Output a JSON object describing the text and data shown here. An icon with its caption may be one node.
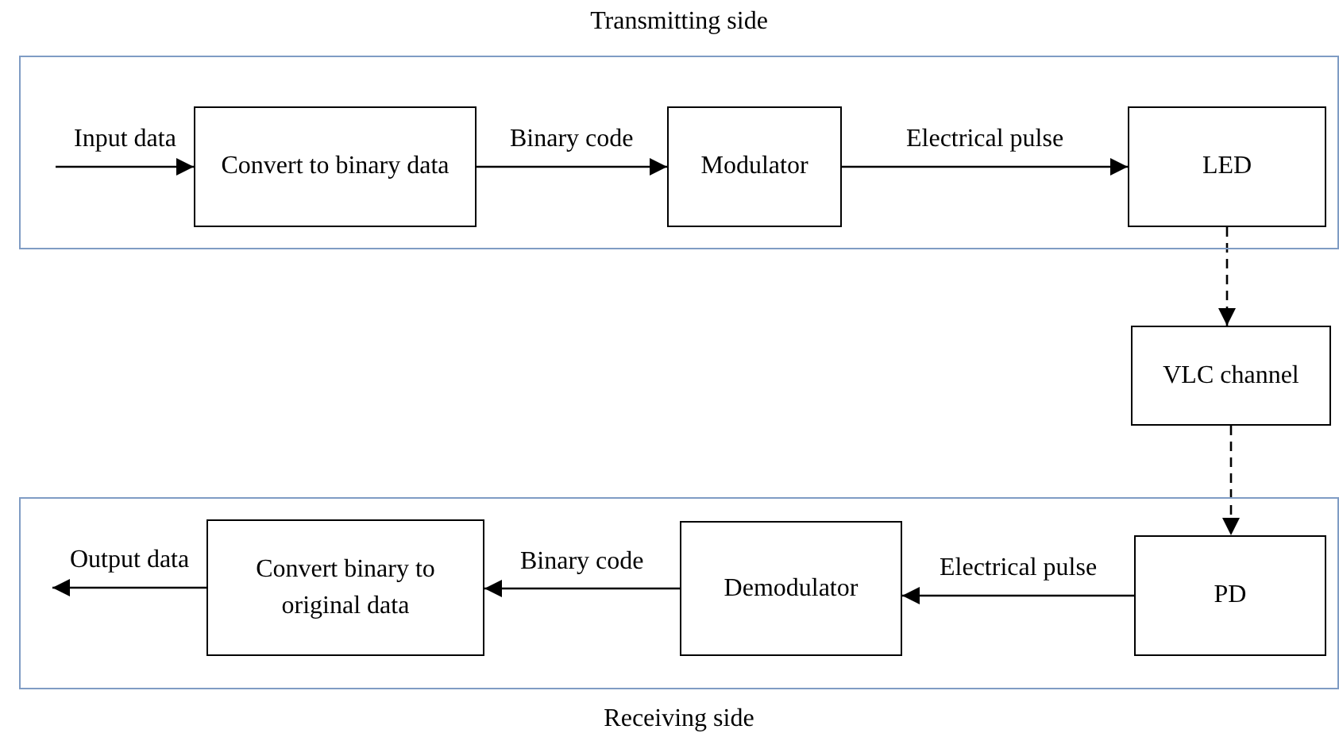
{
  "diagram": {
    "nodes": [
      {
        "text": [
          "Transmitting side"
        ]
      },
      {
        "text": [
          "Convert to binary data"
        ],
        "in": 0
      },
      {
        "text": [
          "Modulator"
        ],
        "in": 0
      },
      {
        "text": [
          "LED"
        ],
        "in": 0
      },
      {
        "text": [
          "VLC channel"
        ]
      },
      {
        "text": [
          "Receiving side"
        ]
      },
      {
        "text": [
          "PD"
        ],
        "in": 5
      },
      {
        "text": [
          "Demodulator"
        ],
        "in": 5
      },
      {
        "text": [
          "Convert binary to original data"
        ],
        "in": 5
      }
    ],
    "edges": [
      {
        "from": null,
        "to": 1,
        "arrow": "to",
        "label": "Input data"
      },
      {
        "from": 1,
        "to": 2,
        "arrow": "to",
        "label": "Binary code"
      },
      {
        "from": 2,
        "to": 3,
        "arrow": "to",
        "label": "Electrical pulse"
      },
      {
        "from": 3,
        "to": 4,
        "arrow": "to",
        "style": "dashed"
      },
      {
        "from": 4,
        "to": 6,
        "arrow": "to",
        "style": "dashed"
      },
      {
        "from": 6,
        "to": 7,
        "arrow": "to",
        "label": "Electrical pulse"
      },
      {
        "from": 7,
        "to": 8,
        "arrow": "to",
        "label": "Binary code"
      },
      {
        "from": 8,
        "to": null,
        "arrow": "to",
        "label": "Output data"
      }
    ]
  }
}
